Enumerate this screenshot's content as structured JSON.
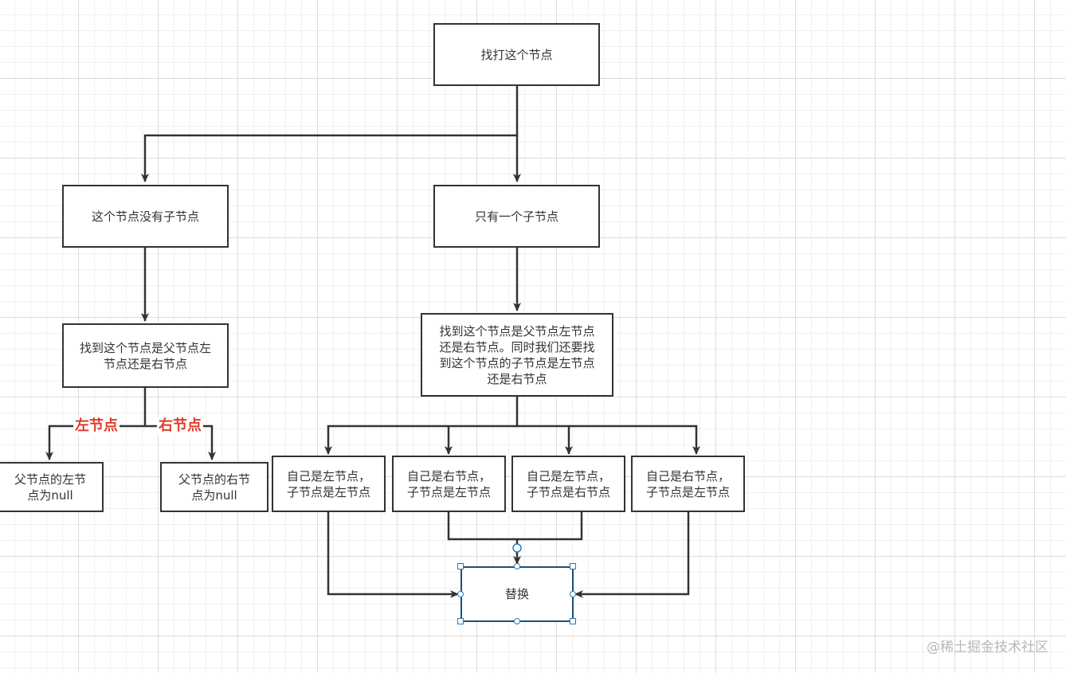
{
  "nodes": {
    "find_node": "找打这个节点",
    "no_child": "这个节点没有子节点",
    "one_child": "只有一个子节点",
    "check_side_left": "找到这个节点是父节点左\n节点还是右节点",
    "check_side_right": "找到这个节点是父节点左节点\n还是右节点。同时我们还要找\n到这个节点的子节点是左节点\n还是右节点",
    "parent_left_null": "父节点的左节\n点为null",
    "parent_right_null": "父节点的右节\n点为null",
    "case_1": "自己是左节点，\n子节点是左节点",
    "case_2": "自己是右节点，\n子节点是左节点",
    "case_3": "自己是左节点，\n子节点是右节点",
    "case_4": "自己是右节点，\n子节点是左节点",
    "replace": "替换"
  },
  "edge_labels": {
    "left": "左节点",
    "right": "右节点"
  },
  "colors": {
    "line": "#333333",
    "edge_label": "#e03b2c",
    "selection": "#2b7bbd"
  },
  "watermark": "@稀土掘金技术社区"
}
